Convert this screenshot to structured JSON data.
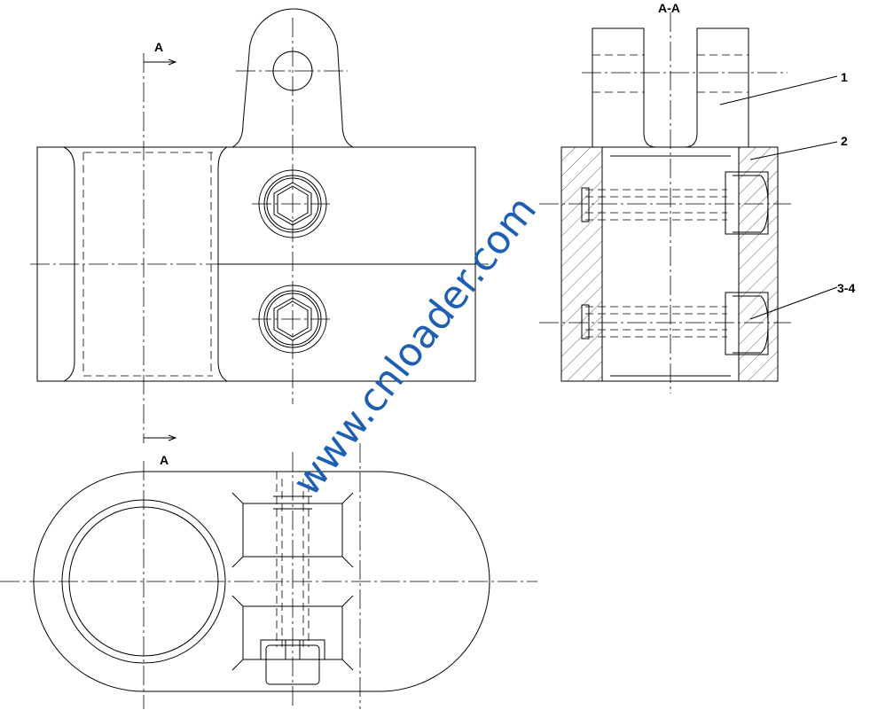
{
  "labels": {
    "section_top": "A",
    "section_bottom": "A",
    "section_title": "A-A"
  },
  "part_callouts": [
    {
      "label": "1"
    },
    {
      "label": "2"
    },
    {
      "label": "3-4"
    }
  ],
  "watermark": {
    "text": "www.cnloader.com",
    "color": "#1e5fb4"
  },
  "colors": {
    "line": "#000000",
    "background": "#ffffff"
  }
}
